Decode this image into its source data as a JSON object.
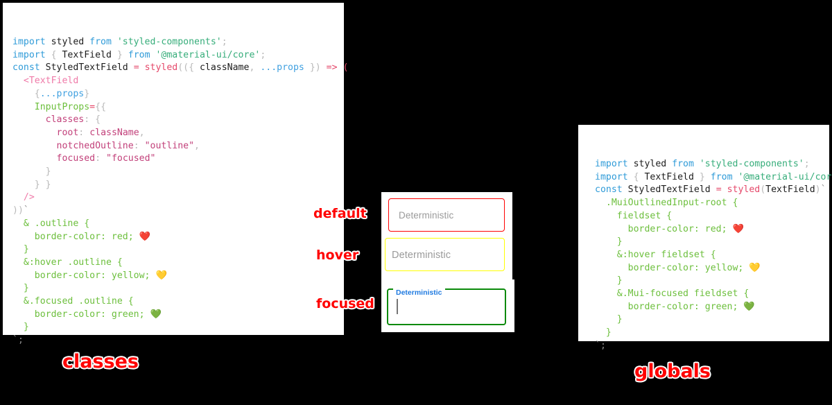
{
  "panels": {
    "classes": {
      "caption": "classes",
      "lines": [
        [
          {
            "t": "kw",
            "s": "import "
          },
          {
            "t": "plain",
            "s": "styled "
          },
          {
            "t": "kw",
            "s": "from "
          },
          {
            "t": "str",
            "s": "'styled-components'"
          },
          {
            "t": "punc",
            "s": ";"
          }
        ],
        [
          {
            "t": "kw",
            "s": "import "
          },
          {
            "t": "punc",
            "s": "{ "
          },
          {
            "t": "plain",
            "s": "TextField"
          },
          {
            "t": "punc",
            "s": " } "
          },
          {
            "t": "kw",
            "s": "from "
          },
          {
            "t": "str",
            "s": "'@material-ui/core'"
          },
          {
            "t": "punc",
            "s": ";"
          }
        ],
        [
          {
            "t": "plain",
            "s": ""
          }
        ],
        [
          {
            "t": "kw",
            "s": "const "
          },
          {
            "t": "plain",
            "s": "StyledTextField "
          },
          {
            "t": "op",
            "s": "= "
          },
          {
            "t": "fn",
            "s": "styled"
          },
          {
            "t": "punc",
            "s": "(({ "
          },
          {
            "t": "plain",
            "s": "className"
          },
          {
            "t": "punc",
            "s": ", "
          },
          {
            "t": "spread",
            "s": "...props"
          },
          {
            "t": "punc",
            "s": " }) "
          },
          {
            "t": "op",
            "s": "=> ("
          }
        ],
        [
          {
            "t": "plain",
            "s": "  "
          },
          {
            "t": "tag",
            "s": "<TextField"
          }
        ],
        [
          {
            "t": "plain",
            "s": "    "
          },
          {
            "t": "punc",
            "s": "{"
          },
          {
            "t": "spread",
            "s": "...props"
          },
          {
            "t": "punc",
            "s": "}"
          }
        ],
        [
          {
            "t": "plain",
            "s": "    "
          },
          {
            "t": "attr",
            "s": "InputProps"
          },
          {
            "t": "op",
            "s": "="
          },
          {
            "t": "punc",
            "s": "{{"
          }
        ],
        [
          {
            "t": "plain",
            "s": "      "
          },
          {
            "t": "prop",
            "s": "classes"
          },
          {
            "t": "punc",
            "s": ": {"
          }
        ],
        [
          {
            "t": "plain",
            "s": "        "
          },
          {
            "t": "prop",
            "s": "root"
          },
          {
            "t": "punc",
            "s": ": "
          },
          {
            "t": "prop",
            "s": "className"
          },
          {
            "t": "punc",
            "s": ","
          }
        ],
        [
          {
            "t": "plain",
            "s": "        "
          },
          {
            "t": "prop",
            "s": "notchedOutline"
          },
          {
            "t": "punc",
            "s": ": "
          },
          {
            "t": "prop",
            "s": "\"outline\""
          },
          {
            "t": "punc",
            "s": ","
          }
        ],
        [
          {
            "t": "plain",
            "s": "        "
          },
          {
            "t": "prop",
            "s": "focused"
          },
          {
            "t": "punc",
            "s": ": "
          },
          {
            "t": "prop",
            "s": "\"focused\""
          }
        ],
        [
          {
            "t": "plain",
            "s": "      "
          },
          {
            "t": "punc",
            "s": "}"
          }
        ],
        [
          {
            "t": "plain",
            "s": "    "
          },
          {
            "t": "punc",
            "s": "} }"
          }
        ],
        [
          {
            "t": "plain",
            "s": "  "
          },
          {
            "t": "tag",
            "s": "/>"
          }
        ],
        [
          {
            "t": "punc",
            "s": "))"
          },
          {
            "t": "tick",
            "s": "`"
          }
        ],
        [
          {
            "t": "plain",
            "s": "  "
          },
          {
            "t": "sel",
            "s": "& .outline {"
          }
        ],
        [
          {
            "t": "plain",
            "s": "    "
          },
          {
            "t": "sel",
            "s": "border-color: red; "
          },
          {
            "t": "emoji",
            "s": "❤️"
          }
        ],
        [
          {
            "t": "plain",
            "s": "  "
          },
          {
            "t": "sel",
            "s": "}"
          }
        ],
        [
          {
            "t": "plain",
            "s": "  "
          },
          {
            "t": "sel",
            "s": "&:hover .outline {"
          }
        ],
        [
          {
            "t": "plain",
            "s": "    "
          },
          {
            "t": "sel",
            "s": "border-color: yellow; "
          },
          {
            "t": "emoji",
            "s": "💛"
          }
        ],
        [
          {
            "t": "plain",
            "s": "  "
          },
          {
            "t": "sel",
            "s": "}"
          }
        ],
        [
          {
            "t": "plain",
            "s": "  "
          },
          {
            "t": "sel",
            "s": "&.focused .outline {"
          }
        ],
        [
          {
            "t": "plain",
            "s": "    "
          },
          {
            "t": "sel",
            "s": "border-color: green; "
          },
          {
            "t": "emoji",
            "s": "💚"
          }
        ],
        [
          {
            "t": "plain",
            "s": "  "
          },
          {
            "t": "sel",
            "s": "}"
          }
        ],
        [
          {
            "t": "tick",
            "s": "`;"
          }
        ]
      ]
    },
    "globals": {
      "caption": "globals",
      "lines": [
        [
          {
            "t": "kw",
            "s": "import "
          },
          {
            "t": "plain",
            "s": "styled "
          },
          {
            "t": "kw",
            "s": "from "
          },
          {
            "t": "str",
            "s": "'styled-components'"
          },
          {
            "t": "punc",
            "s": ";"
          }
        ],
        [
          {
            "t": "kw",
            "s": "import "
          },
          {
            "t": "punc",
            "s": "{ "
          },
          {
            "t": "plain",
            "s": "TextField"
          },
          {
            "t": "punc",
            "s": " } "
          },
          {
            "t": "kw",
            "s": "from "
          },
          {
            "t": "str",
            "s": "'@material-ui/core'"
          },
          {
            "t": "punc",
            "s": ";"
          }
        ],
        [
          {
            "t": "plain",
            "s": ""
          }
        ],
        [
          {
            "t": "kw",
            "s": "const "
          },
          {
            "t": "plain",
            "s": "StyledTextField "
          },
          {
            "t": "op",
            "s": "= "
          },
          {
            "t": "fn",
            "s": "styled"
          },
          {
            "t": "punc",
            "s": "("
          },
          {
            "t": "plain",
            "s": "TextField"
          },
          {
            "t": "punc",
            "s": ")"
          },
          {
            "t": "tick",
            "s": "`"
          }
        ],
        [
          {
            "t": "plain",
            "s": "  "
          },
          {
            "t": "sel",
            "s": ".MuiOutlinedInput-root {"
          }
        ],
        [
          {
            "t": "plain",
            "s": "    "
          },
          {
            "t": "sel",
            "s": "fieldset {"
          }
        ],
        [
          {
            "t": "plain",
            "s": "      "
          },
          {
            "t": "sel",
            "s": "border-color: red; "
          },
          {
            "t": "emoji",
            "s": "❤️"
          }
        ],
        [
          {
            "t": "plain",
            "s": "    "
          },
          {
            "t": "sel",
            "s": "}"
          }
        ],
        [
          {
            "t": "plain",
            "s": "    "
          },
          {
            "t": "sel",
            "s": "&:hover fieldset {"
          }
        ],
        [
          {
            "t": "plain",
            "s": "      "
          },
          {
            "t": "sel",
            "s": "border-color: yellow; "
          },
          {
            "t": "emoji",
            "s": "💛"
          }
        ],
        [
          {
            "t": "plain",
            "s": "    "
          },
          {
            "t": "sel",
            "s": "}"
          }
        ],
        [
          {
            "t": "plain",
            "s": "    "
          },
          {
            "t": "sel",
            "s": "&.Mui-focused fieldset {"
          }
        ],
        [
          {
            "t": "plain",
            "s": "      "
          },
          {
            "t": "sel",
            "s": "border-color: green; "
          },
          {
            "t": "emoji",
            "s": "💚"
          }
        ],
        [
          {
            "t": "plain",
            "s": "    "
          },
          {
            "t": "sel",
            "s": "}"
          }
        ],
        [
          {
            "t": "plain",
            "s": "  "
          },
          {
            "t": "sel",
            "s": "}"
          }
        ],
        [
          {
            "t": "tick",
            "s": "`;"
          }
        ]
      ]
    }
  },
  "demo": {
    "annotations": {
      "default": "default",
      "hover": "hover",
      "focused": "focused"
    },
    "fields": {
      "default": {
        "placeholder": "Deterministic",
        "border_color": "#ff0000"
      },
      "hover": {
        "placeholder": "Deterministic",
        "border_color": "#ffff00"
      },
      "focused": {
        "label": "Deterministic",
        "value": "",
        "border_color": "#0a8a0a",
        "label_color": "#1f7ae0"
      }
    }
  },
  "colors": {
    "background": "#000000",
    "panel": "#ffffff",
    "annotation": "#ff0000",
    "annotation_outline": "#ffffff",
    "red": "#ff0000",
    "yellow": "#ffff00",
    "green": "#0a8a0a",
    "blue": "#1f7ae0"
  }
}
